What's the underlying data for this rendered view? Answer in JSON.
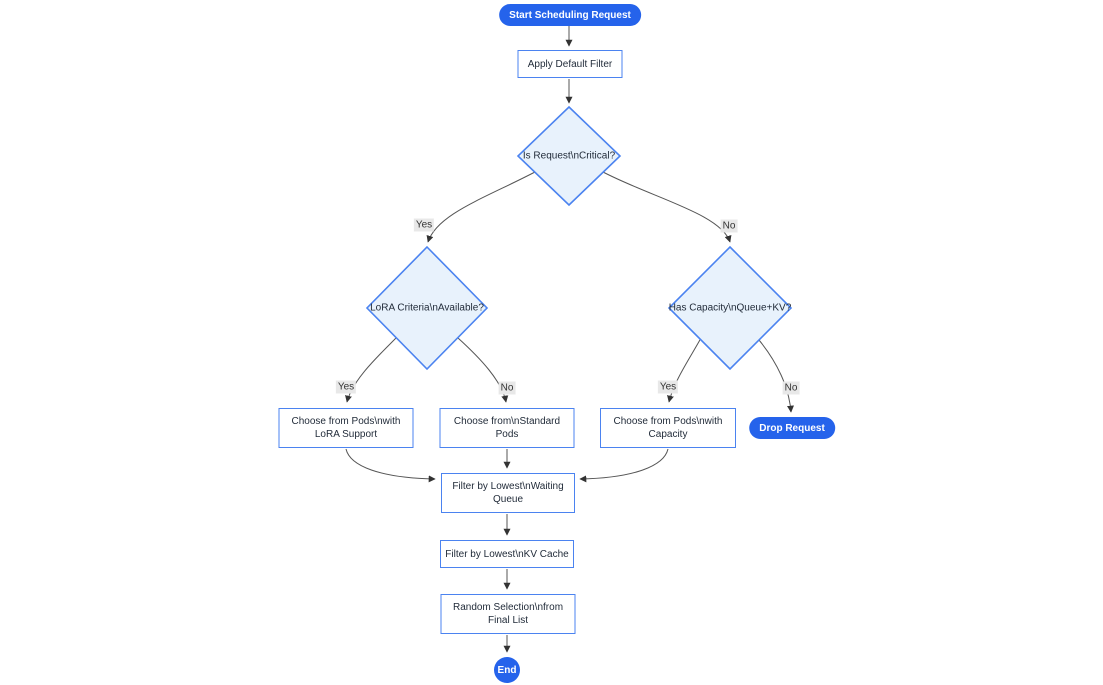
{
  "diagram": {
    "type": "flowchart",
    "direction": "top-down",
    "nodes": {
      "start": {
        "label": "Start Scheduling Request"
      },
      "apply_filter": {
        "label": "Apply Default Filter"
      },
      "is_critical": {
        "label": "Is Request\\nCritical?"
      },
      "lora_criteria": {
        "label": "LoRA Criteria\\nAvailable?"
      },
      "has_capacity": {
        "label": "Has Capacity\\nQueue+KV?"
      },
      "choose_lora": {
        "line1": "Choose from Pods\\nwith",
        "line2": "LoRA Support"
      },
      "choose_standard": {
        "line1": "Choose from\\nStandard",
        "line2": "Pods"
      },
      "choose_capacity": {
        "line1": "Choose from Pods\\nwith",
        "line2": "Capacity"
      },
      "drop_request": {
        "label": "Drop Request"
      },
      "filter_queue": {
        "line1": "Filter by Lowest\\nWaiting",
        "line2": "Queue"
      },
      "filter_kv": {
        "label": "Filter by Lowest\\nKV Cache"
      },
      "random_selection": {
        "line1": "Random Selection\\nfrom",
        "line2": "Final List"
      },
      "end": {
        "label": "End"
      }
    },
    "edges": [
      {
        "from": "start",
        "to": "apply_filter",
        "label": ""
      },
      {
        "from": "apply_filter",
        "to": "is_critical",
        "label": ""
      },
      {
        "from": "is_critical",
        "to": "lora_criteria",
        "label": "Yes"
      },
      {
        "from": "is_critical",
        "to": "has_capacity",
        "label": "No"
      },
      {
        "from": "lora_criteria",
        "to": "choose_lora",
        "label": "Yes"
      },
      {
        "from": "lora_criteria",
        "to": "choose_standard",
        "label": "No"
      },
      {
        "from": "has_capacity",
        "to": "choose_capacity",
        "label": "Yes"
      },
      {
        "from": "has_capacity",
        "to": "drop_request",
        "label": "No"
      },
      {
        "from": "choose_lora",
        "to": "filter_queue",
        "label": ""
      },
      {
        "from": "choose_standard",
        "to": "filter_queue",
        "label": ""
      },
      {
        "from": "choose_capacity",
        "to": "filter_queue",
        "label": ""
      },
      {
        "from": "filter_queue",
        "to": "filter_kv",
        "label": ""
      },
      {
        "from": "filter_kv",
        "to": "random_selection",
        "label": ""
      },
      {
        "from": "random_selection",
        "to": "end",
        "label": ""
      }
    ],
    "colors": {
      "accent_fill": "#2563eb",
      "node_border": "#4b83f0",
      "decision_fill": "#e8f2fc",
      "node_fill": "#ffffff",
      "node_text": "#1f2937",
      "edge_line": "#555555",
      "edge_label_bg": "#e8e8e8",
      "edge_label_text": "#333333",
      "background": "#ffffff"
    }
  }
}
